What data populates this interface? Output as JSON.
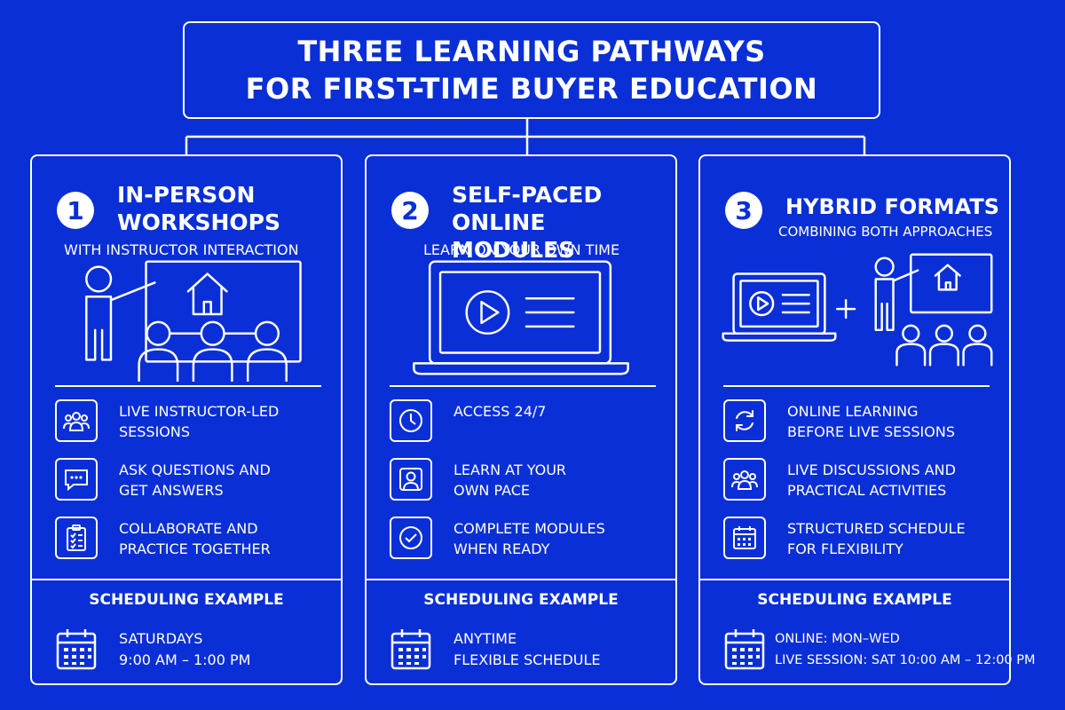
{
  "title": {
    "line1": "Three Learning Pathways",
    "line2": "for First-Time Buyer Education"
  },
  "schedule_label": "Scheduling Example",
  "pathways": [
    {
      "number": "1",
      "title_line1": "In-Person",
      "title_line2": "Workshops",
      "subtitle": "With Instructor Interaction",
      "features": [
        {
          "icon": "group-icon",
          "text": "Live Instructor-Led\nSessions"
        },
        {
          "icon": "chat-bubble-icon",
          "text": "Ask Questions and\nGet Answers"
        },
        {
          "icon": "clipboard-checklist-icon",
          "text": "Collaborate and\nPractice Together"
        }
      ],
      "schedule_line1": "Saturdays",
      "schedule_line2": "9:00 AM – 1:00 PM"
    },
    {
      "number": "2",
      "title_line1": "Self-Paced",
      "title_line2": "Online Modules",
      "subtitle": "Learn on Your Own Time",
      "features": [
        {
          "icon": "clock-icon",
          "text": "Access 24/7"
        },
        {
          "icon": "person-icon",
          "text": "Learn at Your\nOwn Pace"
        },
        {
          "icon": "check-circle-icon",
          "text": "Complete Modules\nWhen Ready"
        }
      ],
      "schedule_line1": "Anytime",
      "schedule_line2": "Flexible Schedule"
    },
    {
      "number": "3",
      "title_line1": "Hybrid Formats",
      "title_line2": "",
      "subtitle": "Combining Both Approaches",
      "features": [
        {
          "icon": "cycle-arrows-icon",
          "text": "Online Learning\nBefore Live Sessions"
        },
        {
          "icon": "group-icon",
          "text": "Live Discussions and\nPractical Activities"
        },
        {
          "icon": "calendar-icon",
          "text": "Structured Schedule\nfor Flexibility"
        }
      ],
      "schedule_line1": "Online: Mon–Wed",
      "schedule_line2": "Live Session: Sat 10:00 AM – 12:00 PM"
    }
  ],
  "colors": {
    "background": "#0a2fd6",
    "foreground": "#ffffff"
  }
}
